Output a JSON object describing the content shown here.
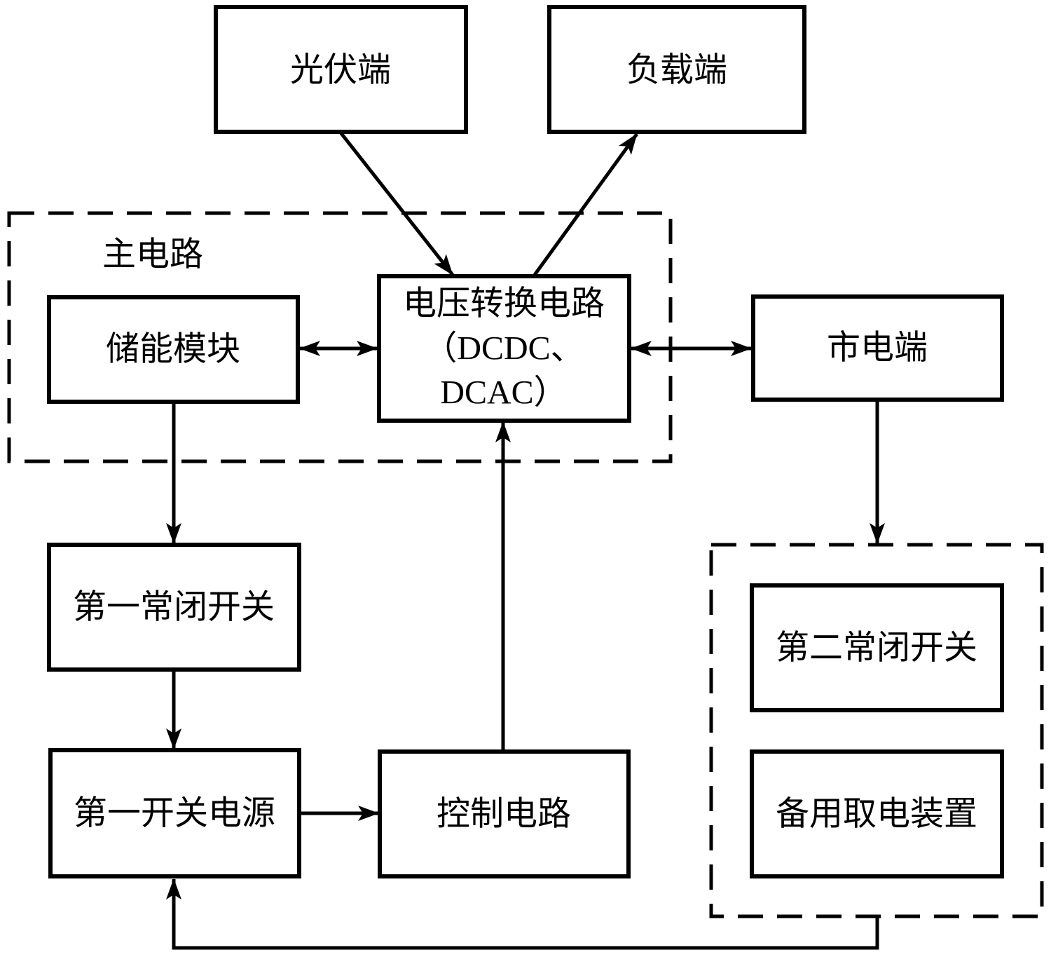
{
  "colors": {
    "line": "#000000",
    "background": "#ffffff",
    "text": "#000000"
  },
  "boxes": {
    "pv": "光伏端",
    "load": "负载端",
    "main_circuit_label": "主电路",
    "storage": "储能模块",
    "converter_line1": "电压转换电路",
    "converter_line2": "（DCDC、",
    "converter_line3": "DCAC）",
    "mains": "市电端",
    "first_nc_switch": "第一常闭开关",
    "first_switching_psu": "第一开关电源",
    "control_circuit": "控制电路",
    "second_nc_switch": "第二常闭开关",
    "backup_power_device": "备用取电装置"
  }
}
